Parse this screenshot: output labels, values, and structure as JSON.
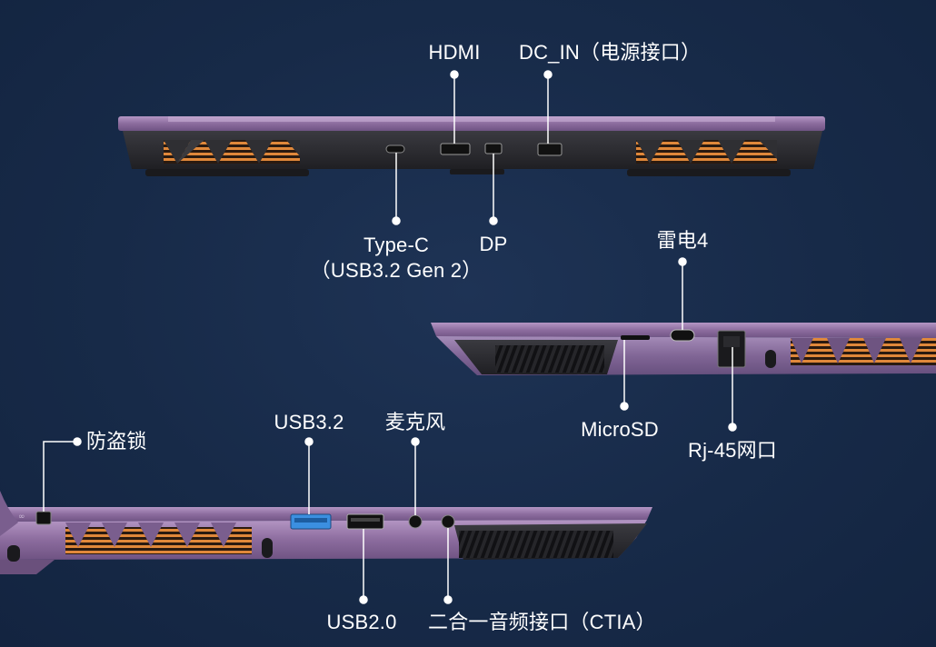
{
  "rear_view": {
    "labels": {
      "hdmi": "HDMI",
      "dc_in": "DC_IN（电源接口）",
      "type_c": "Type-C\n（USB3.2 Gen 2）",
      "dp": "DP"
    }
  },
  "right_view": {
    "labels": {
      "thunderbolt": "雷电4",
      "microsd": "MicroSD",
      "rj45": "Rj-45网口"
    }
  },
  "left_view": {
    "labels": {
      "lock": "防盗锁",
      "usb32": "USB3.2",
      "mic": "麦克风",
      "usb20": "USB2.0",
      "audio": "二合一音频接口（CTIA）"
    }
  },
  "colors": {
    "background": "#172a48",
    "chassis_purple": "#8a6a9c",
    "chassis_dark": "#2c2c30",
    "vent_orange": "#d77a2c",
    "usb_blue": "#3b8fe0",
    "callout": "#ffffff"
  }
}
